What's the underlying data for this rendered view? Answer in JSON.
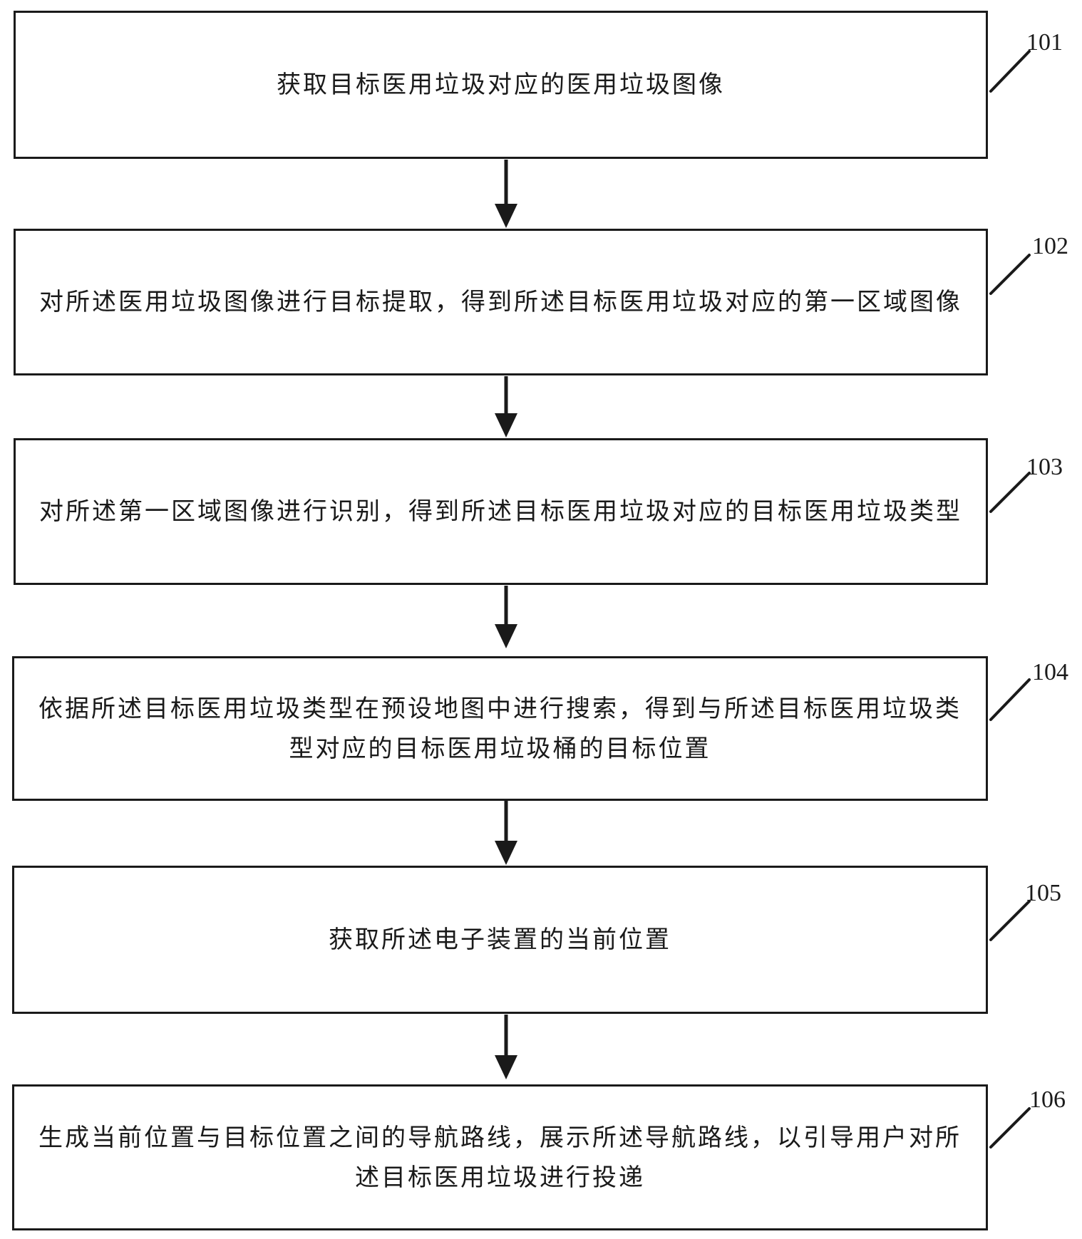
{
  "flowchart": {
    "steps": [
      {
        "id": "101",
        "label": "101",
        "text": "获取目标医用垃圾对应的医用垃圾图像"
      },
      {
        "id": "102",
        "label": "102",
        "text": "对所述医用垃圾图像进行目标提取，得到所述目标医用垃圾对应的第一区域图像"
      },
      {
        "id": "103",
        "label": "103",
        "text": "对所述第一区域图像进行识别，得到所述目标医用垃圾对应的目标医用垃圾类型"
      },
      {
        "id": "104",
        "label": "104",
        "text": "依据所述目标医用垃圾类型在预设地图中进行搜索，得到与所述目标医用垃圾类型对应的目标医用垃圾桶的目标位置"
      },
      {
        "id": "105",
        "label": "105",
        "text": "获取所述电子装置的当前位置"
      },
      {
        "id": "106",
        "label": "106",
        "text": "生成当前位置与目标位置之间的导航路线，展示所述导航路线，以引导用户对所述目标医用垃圾进行投递"
      }
    ],
    "edges": [
      {
        "from": "101",
        "to": "102"
      },
      {
        "from": "102",
        "to": "103"
      },
      {
        "from": "103",
        "to": "104"
      },
      {
        "from": "104",
        "to": "105"
      },
      {
        "from": "105",
        "to": "106"
      }
    ]
  }
}
